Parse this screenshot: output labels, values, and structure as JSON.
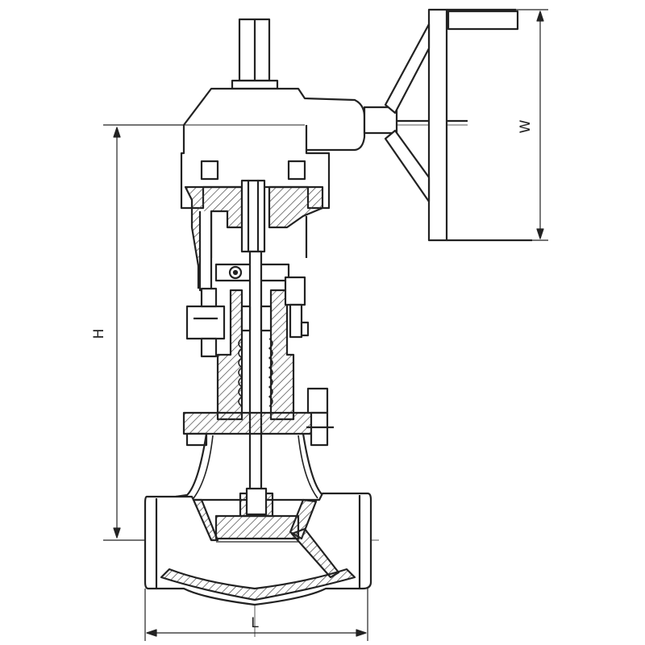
{
  "diagram": {
    "labels": {
      "height": "H",
      "width": "W",
      "length": "L"
    },
    "colors": {
      "line": "#222222",
      "hatch": "#444444",
      "background": "#ffffff"
    }
  }
}
